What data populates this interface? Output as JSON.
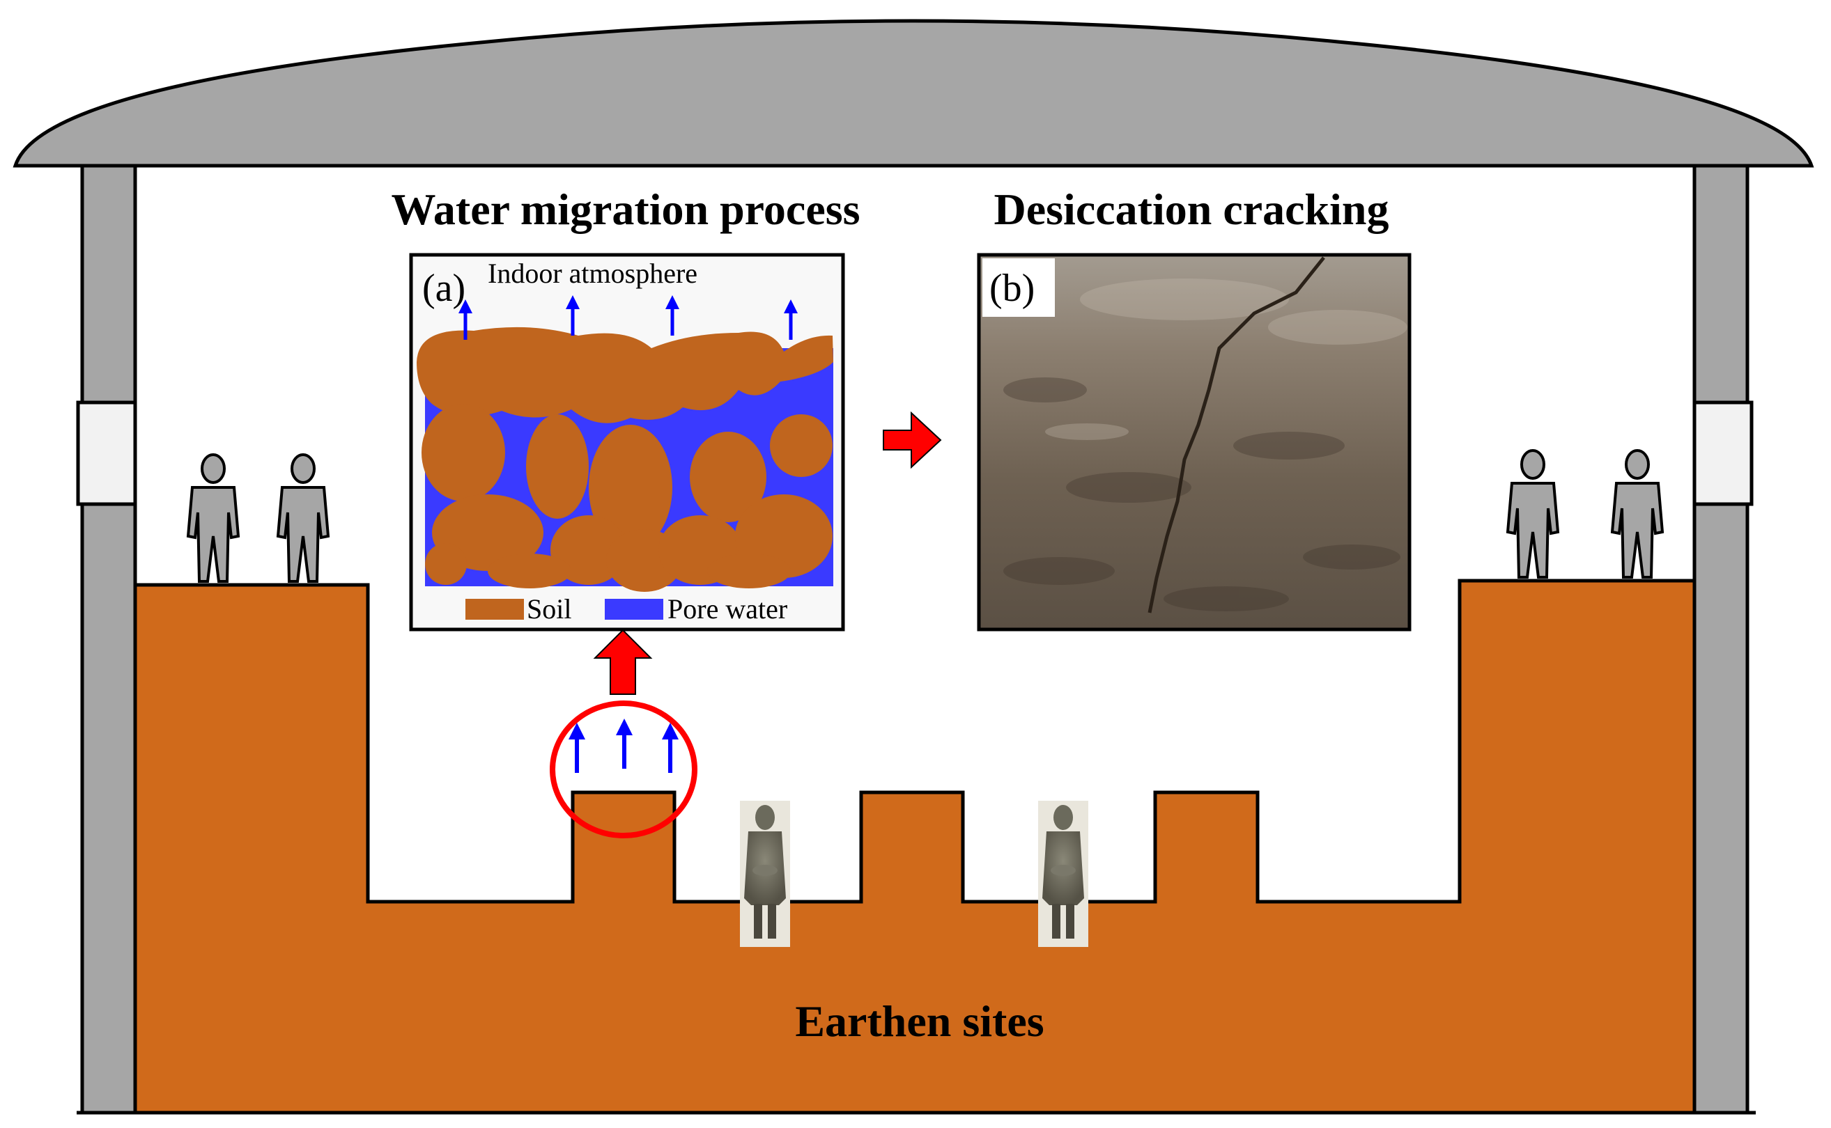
{
  "headings": {
    "left": "Water migration process",
    "right": "Desiccation cracking",
    "bottom": "Earthen sites"
  },
  "panel_a": {
    "label": "(a)",
    "top_text": "Indoor atmosphere",
    "legend": [
      {
        "label": "Soil",
        "color": "#c0651e"
      },
      {
        "label": "Pore water",
        "color": "#3a3aff"
      }
    ]
  },
  "panel_b": {
    "label": "(b)"
  },
  "colors": {
    "earth": "#d06a1b",
    "soil": "#c0651e",
    "pore_water": "#3a3aff",
    "roof": "#a6a6a6",
    "arrow_red": "#ff0000",
    "arrow_blue": "#0000ff",
    "figure_gray": "#a6a6a6"
  }
}
